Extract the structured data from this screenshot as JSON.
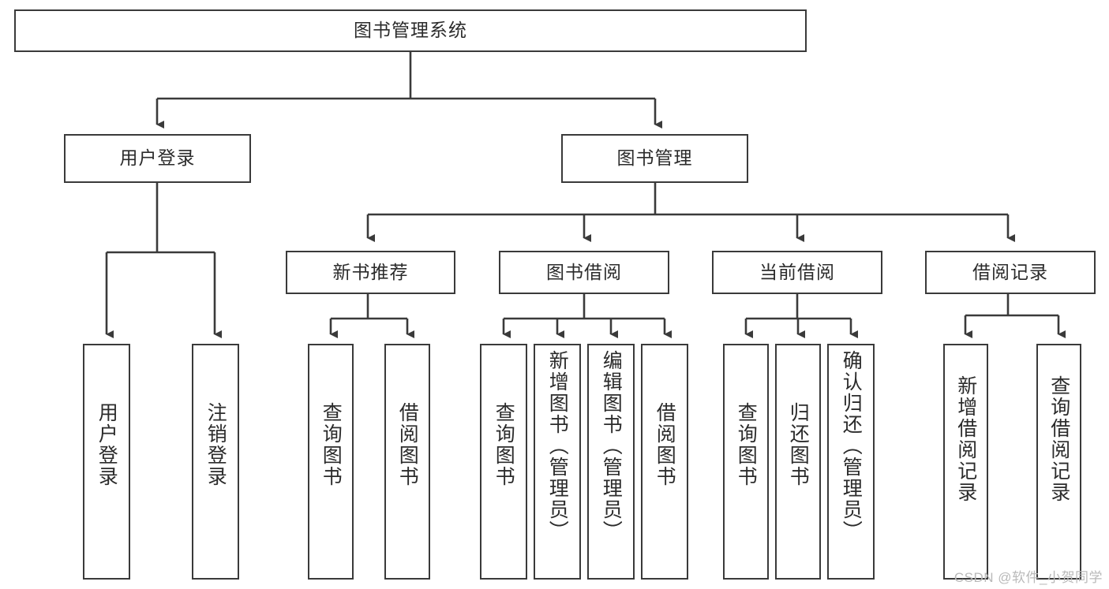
{
  "diagram": {
    "type": "tree",
    "title": "图书管理系统",
    "root": {
      "id": "root",
      "label": "图书管理系统"
    },
    "level2": [
      {
        "id": "user-login",
        "label": "用户登录"
      },
      {
        "id": "book-manage",
        "label": "图书管理"
      }
    ],
    "level3": [
      {
        "id": "new-book-rec",
        "label": "新书推荐",
        "parent": "book-manage"
      },
      {
        "id": "book-borrow",
        "label": "图书借阅",
        "parent": "book-manage"
      },
      {
        "id": "current-borrow",
        "label": "当前借阅",
        "parent": "book-manage"
      },
      {
        "id": "borrow-record",
        "label": "借阅记录",
        "parent": "book-manage"
      }
    ],
    "leaves": [
      {
        "id": "leaf-user-login",
        "label": "用户登录",
        "parent": "user-login"
      },
      {
        "id": "leaf-logout",
        "label": "注销登录",
        "parent": "user-login"
      },
      {
        "id": "leaf-query-book-1",
        "label": "查询图书",
        "parent": "new-book-rec"
      },
      {
        "id": "leaf-borrow-book-1",
        "label": "借阅图书",
        "parent": "new-book-rec"
      },
      {
        "id": "leaf-query-book-2",
        "label": "查询图书",
        "parent": "book-borrow"
      },
      {
        "id": "leaf-add-book",
        "label": "新增图书（管理员）",
        "parent": "book-borrow"
      },
      {
        "id": "leaf-edit-book",
        "label": "编辑图书（管理员）",
        "parent": "book-borrow"
      },
      {
        "id": "leaf-borrow-book-2",
        "label": "借阅图书",
        "parent": "book-borrow"
      },
      {
        "id": "leaf-query-book-3",
        "label": "查询图书",
        "parent": "current-borrow"
      },
      {
        "id": "leaf-return-book",
        "label": "归还图书",
        "parent": "current-borrow"
      },
      {
        "id": "leaf-confirm-return",
        "label": "确认归还（管理员）",
        "parent": "current-borrow"
      },
      {
        "id": "leaf-add-record",
        "label": "新增借阅记录",
        "parent": "borrow-record"
      },
      {
        "id": "leaf-query-record",
        "label": "查询借阅记录",
        "parent": "borrow-record"
      }
    ],
    "colors": {
      "stroke": "#3a3a3a",
      "fill": "#ffffff",
      "text": "#2b2b2b",
      "watermark": "#b9b9b9"
    }
  },
  "watermark": {
    "text": "CSDN @软件_小贺同学"
  }
}
